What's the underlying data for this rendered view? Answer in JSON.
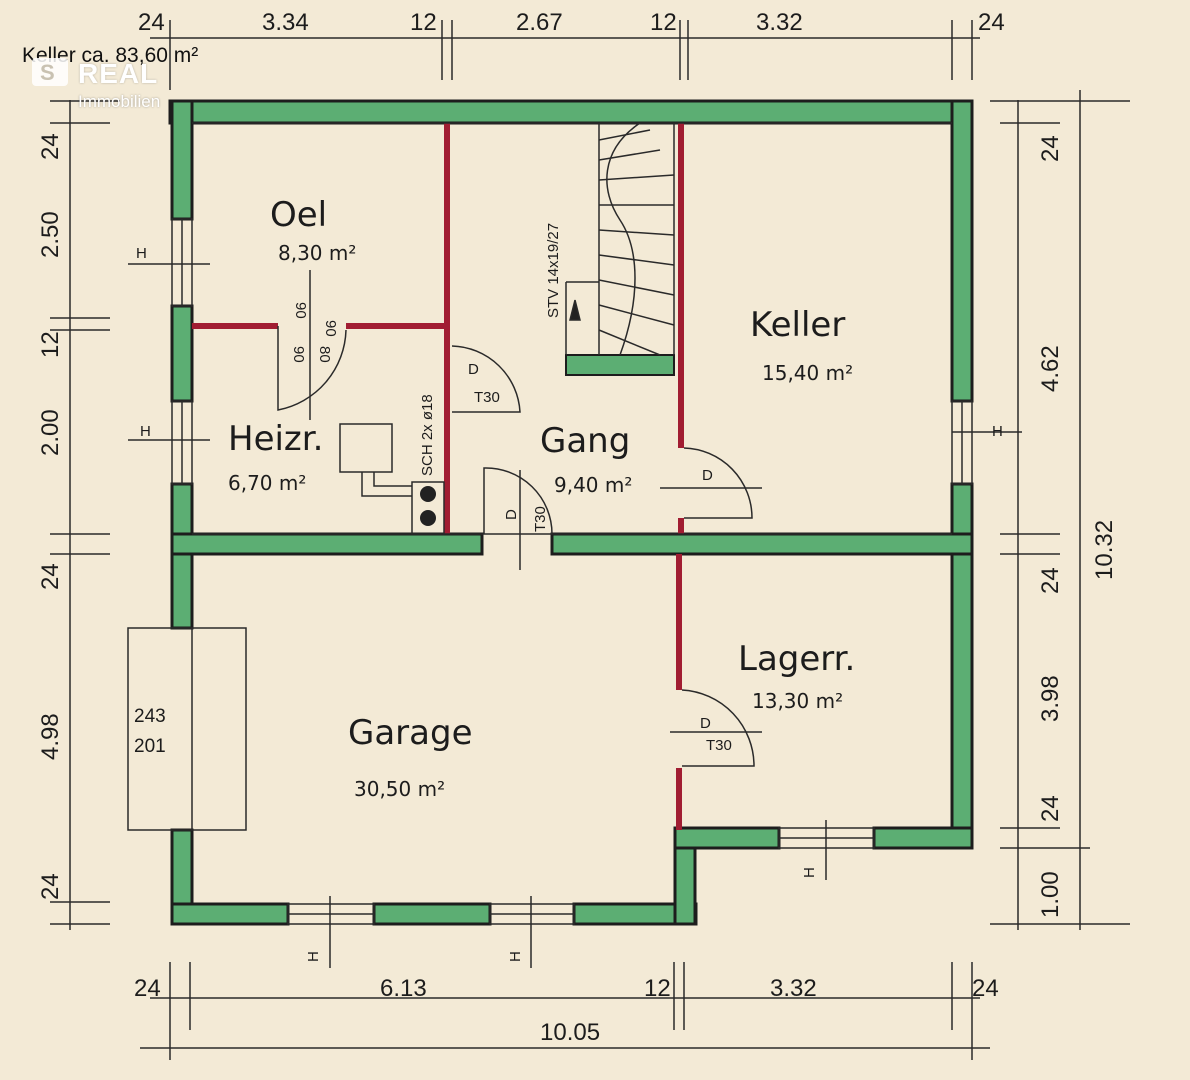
{
  "header": {
    "title": "Keller ca. 83,60 m²"
  },
  "watermark": {
    "brand": "REAL",
    "sub": "Immobilien"
  },
  "rooms": {
    "oel": {
      "name": "Oel",
      "area": "8,30 m²"
    },
    "heizr": {
      "name": "Heizr.",
      "area": "6,70 m²"
    },
    "gang": {
      "name": "Gang",
      "area": "9,40 m²"
    },
    "keller": {
      "name": "Keller",
      "area": "15,40 m²"
    },
    "lagerr": {
      "name": "Lagerr.",
      "area": "13,30 m²"
    },
    "garage": {
      "name": "Garage",
      "area": "30,50 m²"
    }
  },
  "dims_top": [
    "24",
    "3.34",
    "12",
    "2.67",
    "12",
    "3.32",
    "24"
  ],
  "dims_bottom": [
    "24",
    "6.13",
    "12",
    "3.32",
    "24"
  ],
  "dims_bottom_total": "10.05",
  "dims_left": [
    "24",
    "2.50",
    "12",
    "2.00",
    "24",
    "4.98",
    "24"
  ],
  "dims_right": [
    "24",
    "4.62",
    "24",
    "3.98",
    "24",
    "1.00"
  ],
  "dims_right_total": "10.32",
  "door_labels": {
    "d": "D",
    "t30": "T30",
    "door_oel_w": "90",
    "door_oel_h": "90",
    "door_heiz_w": "90",
    "door_heiz_h": "80"
  },
  "window_label": "H",
  "stair_label": "STV 14x19/27",
  "chimney_label": "SCH 2x ø18",
  "garage_door": {
    "w": "243",
    "h": "201"
  },
  "colors": {
    "wall_outer": "#5cae73",
    "wall_inner": "#a11d32",
    "paper": "#f3ead6"
  }
}
